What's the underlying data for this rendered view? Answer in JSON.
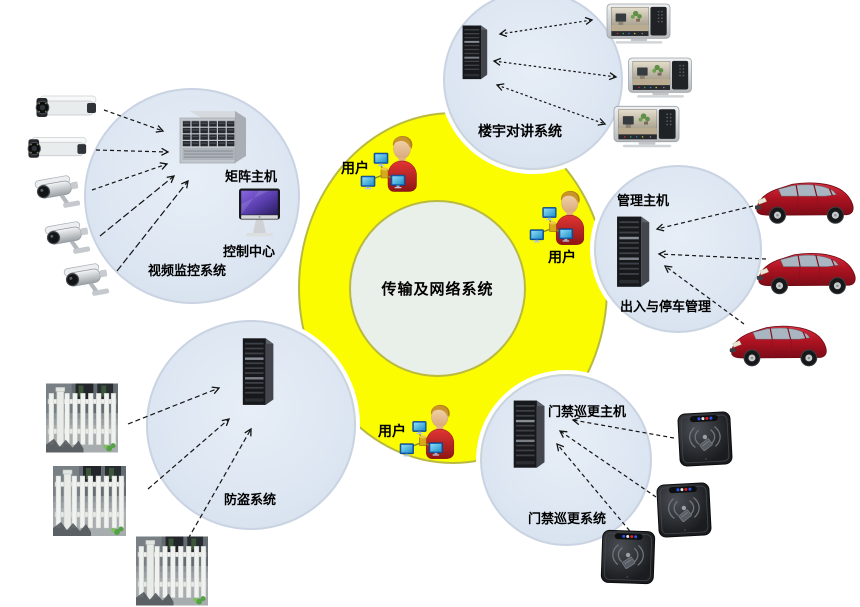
{
  "center": {
    "label": "传输及网络系统"
  },
  "users": [
    {
      "label": "用户"
    },
    {
      "label": "用户"
    },
    {
      "label": "用户"
    }
  ],
  "systems": {
    "intercom": {
      "system_label": "楼宇对讲系统"
    },
    "video": {
      "host_label": "矩阵主机",
      "control_label": "控制中心",
      "system_label": "视频监控系统"
    },
    "parking": {
      "host_label": "管理主机",
      "system_label": "出入与停车管理"
    },
    "access": {
      "host_label": "门禁巡更主机",
      "system_label": "门禁巡更系统"
    },
    "antitheft": {
      "system_label": "防盗系统"
    }
  },
  "colors": {
    "ring_fill": "#fcfc00",
    "ring_border": "#b9ba40",
    "core_fill": "#e9efe9",
    "bubble_fill": "#dce6f2",
    "bubble_border": "#c9d3e2",
    "arrow": "#141414",
    "car_red": "#b01322"
  },
  "icons": {
    "user": "user-person-icon",
    "user_network": "network-nodes-icon",
    "tower_server": "tower-server-icon",
    "matrix_host": "matrix-chassis-icon",
    "control_center": "imac-monitor-icon",
    "camera": "cctv-camera-icon",
    "intercom_panel": "video-intercom-panel-icon",
    "car": "car-icon",
    "card_reader": "card-reader-icon",
    "fence": "perimeter-fence-image"
  }
}
